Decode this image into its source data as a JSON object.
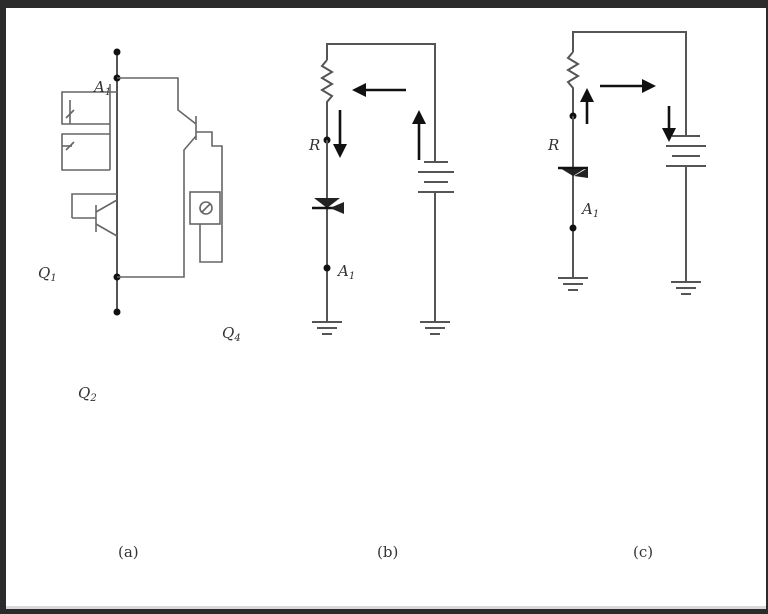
{
  "labels": {
    "a_A1": "A",
    "a_A1_sub": "1",
    "a_Q1": "Q",
    "a_Q1_sub": "1",
    "a_Q2": "Q",
    "a_Q2_sub": "2",
    "a_Q4": "Q",
    "a_Q4_sub": "4",
    "b_R": "R",
    "b_A1": "A",
    "b_A1_sub": "1",
    "c_R": "R",
    "c_A1": "A",
    "c_A1_sub": "1"
  },
  "captions": {
    "a": "(a)",
    "b": "(b)",
    "c": "(c)"
  },
  "colors": {
    "wire": "#555555",
    "arrow": "#111111",
    "text": "#333333",
    "background": "#ffffff",
    "frame": "#2b2b2b"
  }
}
